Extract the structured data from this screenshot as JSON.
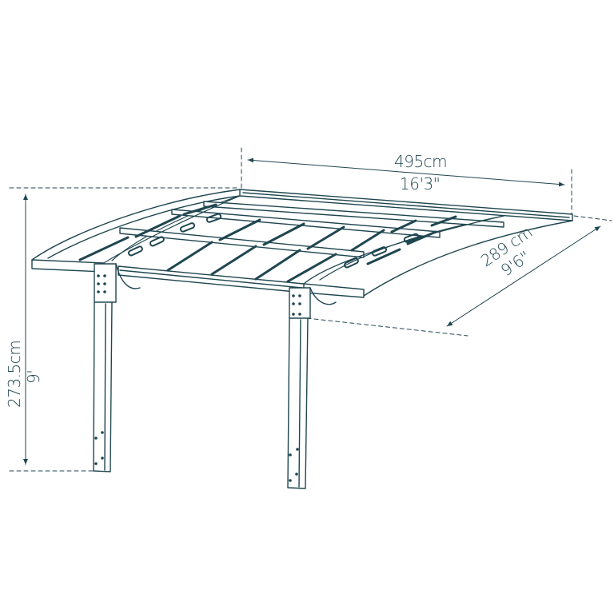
{
  "diagram": {
    "subject": "Curved-roof carport with two posts and polycarbonate roof panels",
    "line_color": "#1f4650",
    "background": "#ffffff",
    "dimensions": {
      "width": {
        "metric": "495cm",
        "imperial": "16'3\""
      },
      "depth": {
        "metric": "289 cm",
        "imperial": "9'6\""
      },
      "height": {
        "metric": "273.5cm",
        "imperial": "9'"
      }
    }
  }
}
